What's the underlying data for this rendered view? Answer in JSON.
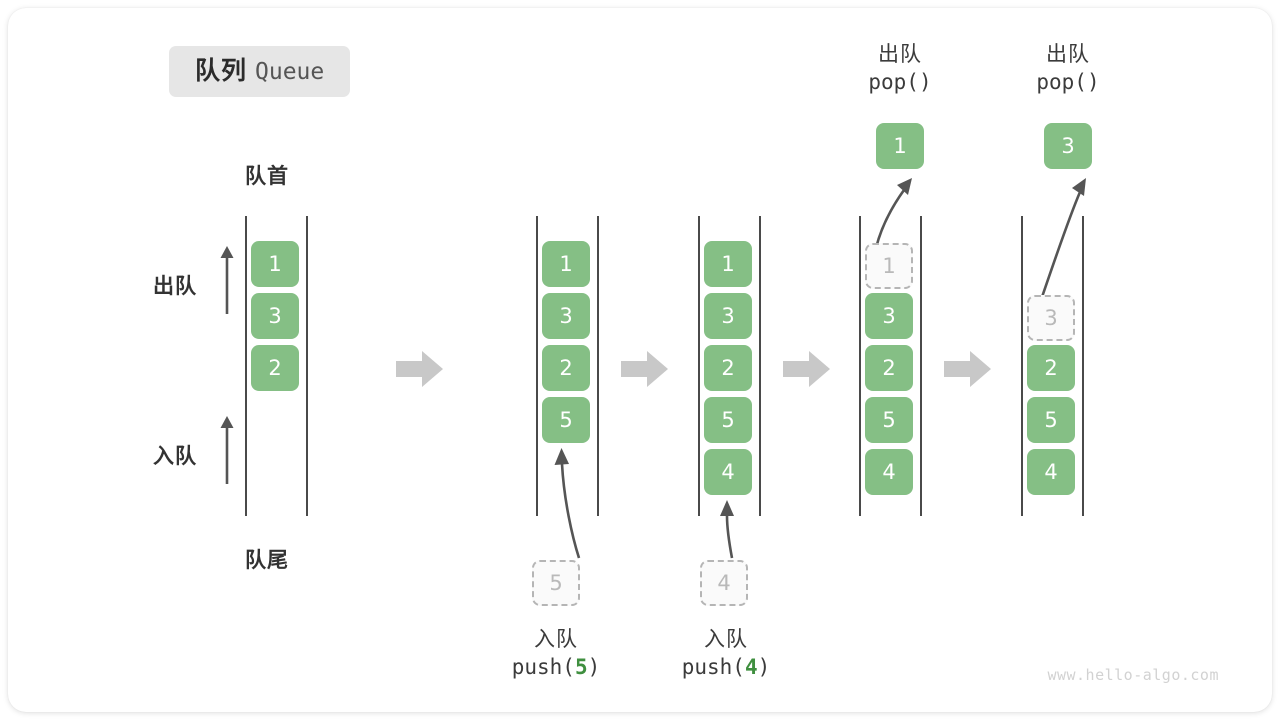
{
  "title": {
    "cn": "队列",
    "en": "Queue"
  },
  "annotations": {
    "front": "队首",
    "rear": "队尾",
    "dequeue": "出队",
    "enqueue": "入队"
  },
  "colors": {
    "element": "#85bf85",
    "ghost_fill": "#fafafa",
    "ghost_border": "#b5b5b5",
    "rail": "#4a4a4a",
    "step_arrow": "#c8c8c8",
    "accent_number": "#3f8f3f",
    "badge_bg": "#e6e6e6"
  },
  "operations": [
    {
      "cn": "入队",
      "fn": "push(",
      "arg": "5",
      "close": ")"
    },
    {
      "cn": "入队",
      "fn": "push(",
      "arg": "4",
      "close": ")"
    },
    {
      "cn": "出队",
      "fn": "pop(",
      "arg": "",
      "close": ")"
    },
    {
      "cn": "出队",
      "fn": "pop(",
      "arg": "",
      "close": ")"
    }
  ],
  "states": [
    {
      "name": "initial",
      "cells": [
        "1",
        "3",
        "2"
      ],
      "ghost_in_queue": null,
      "incoming": null,
      "outgoing": null
    },
    {
      "name": "after-push-5",
      "cells": [
        "1",
        "3",
        "2",
        "5"
      ],
      "ghost_in_queue": null,
      "incoming": "5",
      "outgoing": null
    },
    {
      "name": "after-push-4",
      "cells": [
        "1",
        "3",
        "2",
        "5",
        "4"
      ],
      "ghost_in_queue": null,
      "incoming": "4",
      "outgoing": null
    },
    {
      "name": "after-pop-1",
      "cells": [
        "3",
        "2",
        "5",
        "4"
      ],
      "ghost_in_queue": "1",
      "incoming": null,
      "outgoing": "1"
    },
    {
      "name": "after-pop-3",
      "cells": [
        "2",
        "5",
        "4"
      ],
      "ghost_in_queue": "3",
      "incoming": null,
      "outgoing": "3"
    }
  ],
  "watermark": "www.hello-algo.com"
}
